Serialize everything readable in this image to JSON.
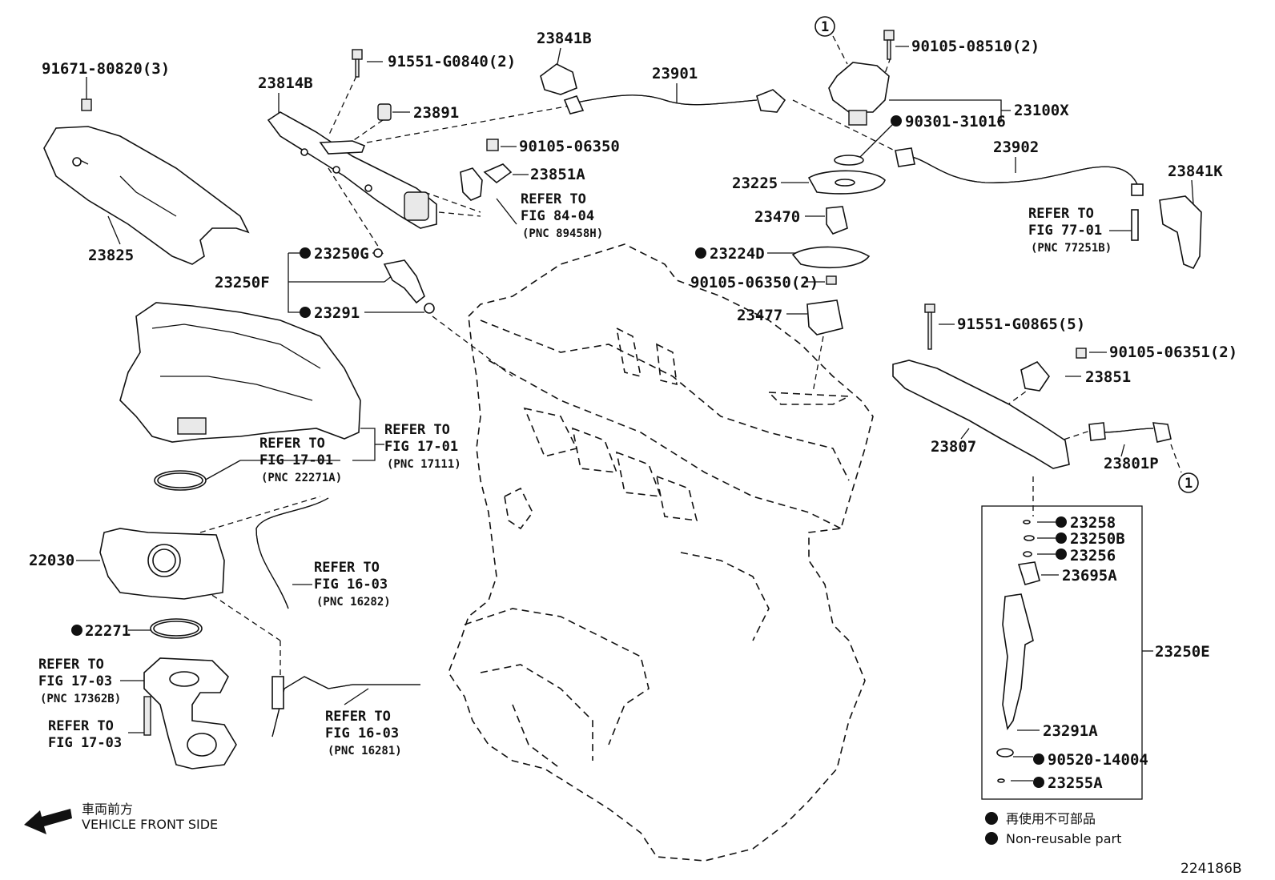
{
  "labels": {
    "p91671": "91671-80820(3)",
    "p23825": "23825",
    "p23814B": "23814B",
    "p91551a": "91551-G0840(2)",
    "p23891": "23891",
    "p23841B": "23841B",
    "p23901": "23901",
    "p90105_06350": "90105-06350",
    "p23851A": "23851A",
    "p90105_08510": "90105-08510(2)",
    "p23100X": "23100X",
    "p90301": "90301-31016",
    "p23902": "23902",
    "p23841K": "23841K",
    "p23225": "23225",
    "p23470": "23470",
    "p23224D": "23224D",
    "p90105_06350_2": "90105-06350(2)",
    "p23477": "23477",
    "p23250G": "23250G",
    "p23250F": "23250F",
    "p23291": "23291",
    "p91551b": "91551-G0865(5)",
    "p90105_06351": "90105-06351(2)",
    "p23851": "23851",
    "p23807": "23807",
    "p23801P": "23801P",
    "p22030": "22030",
    "p22271": "22271",
    "p23258": "23258",
    "p23250B": "23250B",
    "p23256": "23256",
    "p23695A": "23695A",
    "p23250E": "23250E",
    "p23291A": "23291A",
    "p90520": "90520-14004",
    "p23255A": "23255A",
    "circle_ref": "1"
  },
  "refs": {
    "r8404": {
      "line1": "REFER TO",
      "line2": "FIG 84-04",
      "pnc": "(PNC 89458H)"
    },
    "r7701": {
      "line1": "REFER TO",
      "line2": "FIG 77-01",
      "pnc": "(PNC 77251B)"
    },
    "r1701a": {
      "line1": "REFER TO",
      "line2": "FIG 17-01",
      "pnc": "(PNC 22271A)"
    },
    "r1701b": {
      "line1": "REFER TO",
      "line2": "FIG 17-01",
      "pnc": "(PNC 17111)"
    },
    "r1603a": {
      "line1": "REFER TO",
      "line2": "FIG 16-03",
      "pnc": "(PNC 16282)"
    },
    "r1703a": {
      "line1": "REFER TO",
      "line2": "FIG 17-03",
      "pnc": "(PNC 17362B)"
    },
    "r1703b": {
      "line1": "REFER TO",
      "line2": "FIG 17-03"
    },
    "r1603b": {
      "line1": "REFER TO",
      "line2": "FIG 16-03",
      "pnc": "(PNC 16281)"
    }
  },
  "legend": {
    "jp": "再使用不可部品",
    "en": "Non-reusable part"
  },
  "front": {
    "jp": "車両前方",
    "en": "VEHICLE FRONT SIDE"
  },
  "diagram_code": "224186B"
}
